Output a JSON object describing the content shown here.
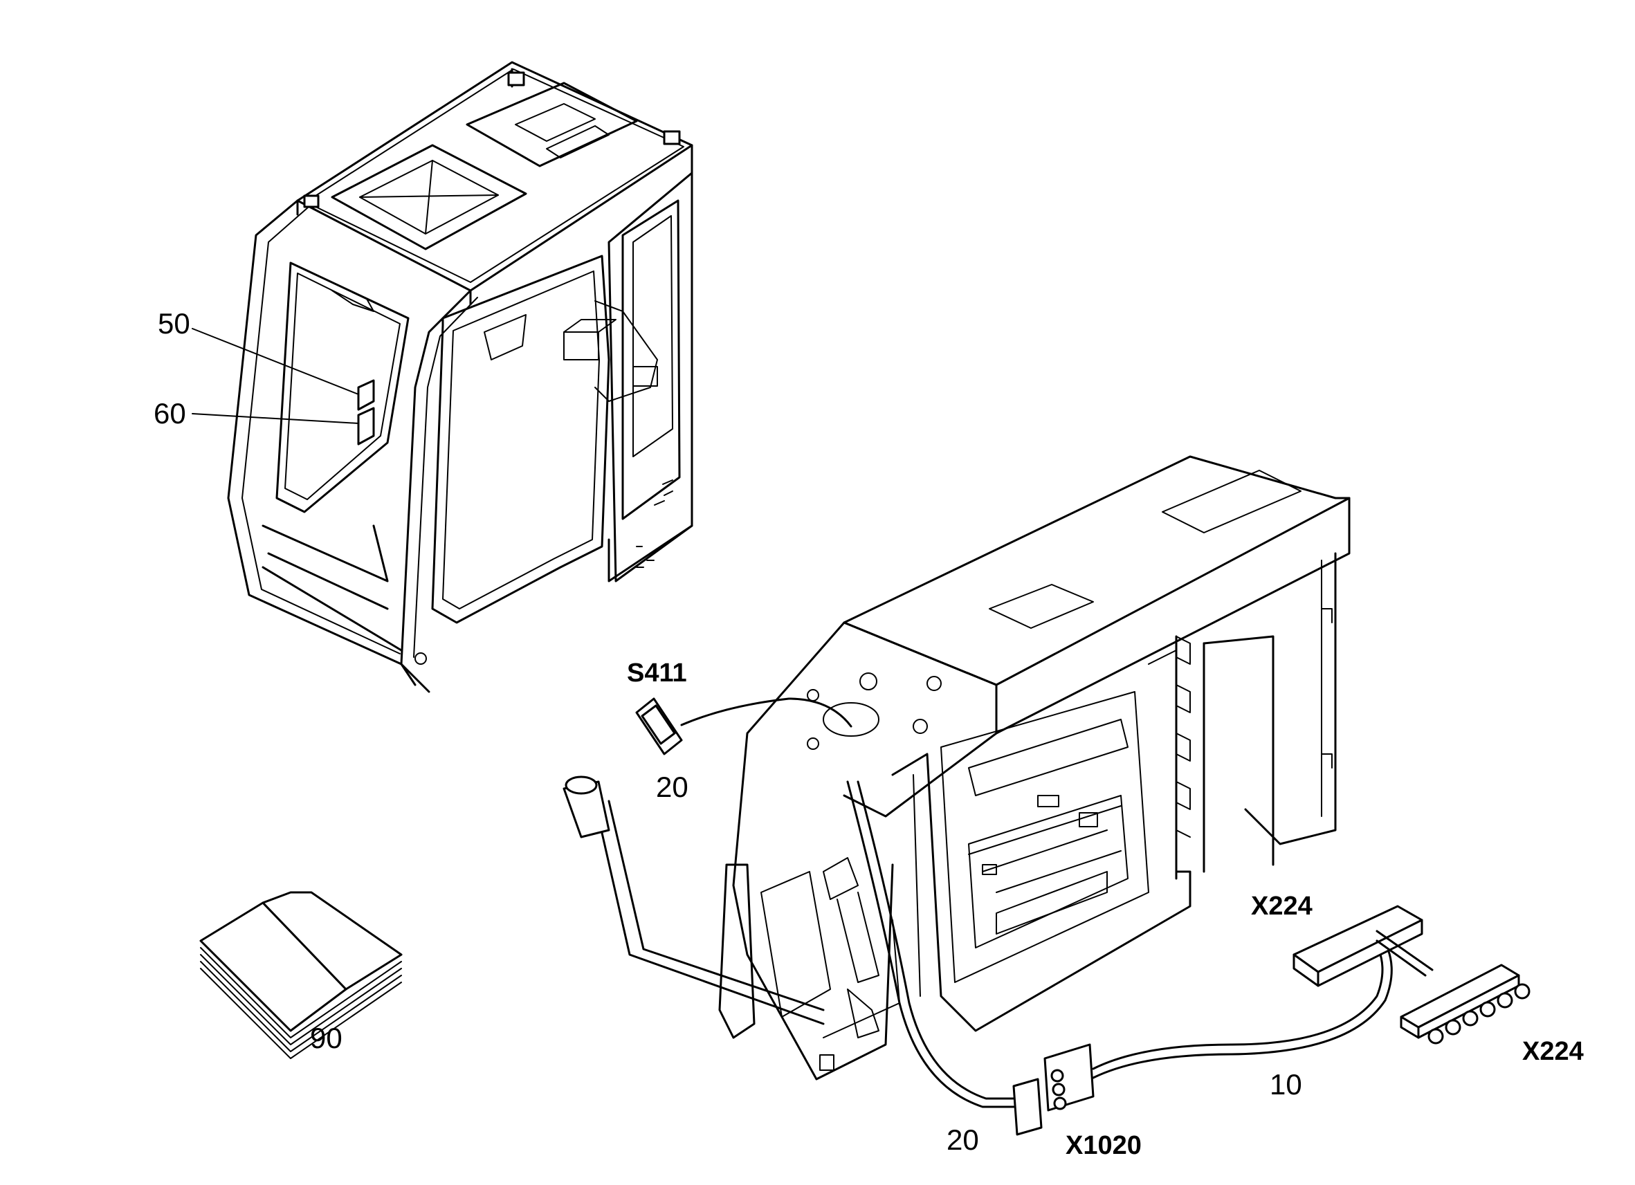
{
  "callouts": {
    "c50": "50",
    "c60": "60",
    "c90": "90",
    "c20_switch": "20",
    "c20_cable": "20",
    "c10": "10"
  },
  "connectors": {
    "s411": "S411",
    "x224_top": "X224",
    "x224_right": "X224",
    "x1020": "X1020"
  }
}
